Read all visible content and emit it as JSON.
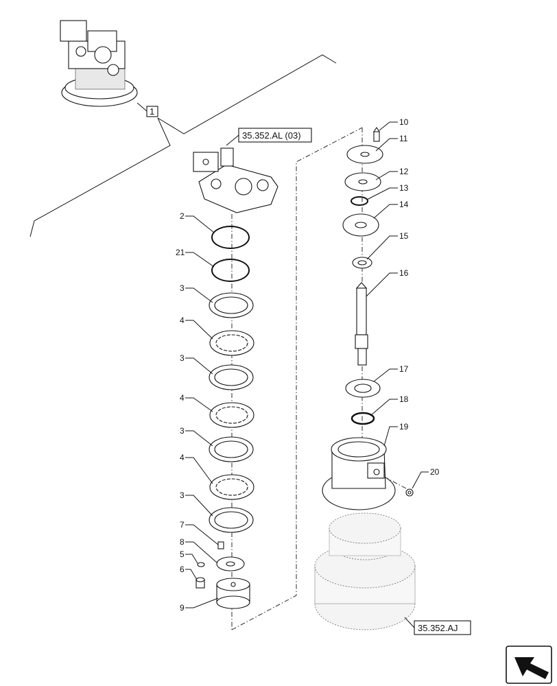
{
  "references": {
    "top": "35.352.AL (03)",
    "bottom": "35.352.AJ",
    "assembly_callout": "1"
  },
  "part_labels": [
    "2",
    "21",
    "3",
    "4",
    "3",
    "4",
    "3",
    "4",
    "3",
    "7",
    "8",
    "5",
    "6",
    "9",
    "10",
    "11",
    "12",
    "13",
    "14",
    "15",
    "16",
    "17",
    "18",
    "19",
    "20"
  ],
  "icons": {
    "nav": "arrow-icon"
  }
}
